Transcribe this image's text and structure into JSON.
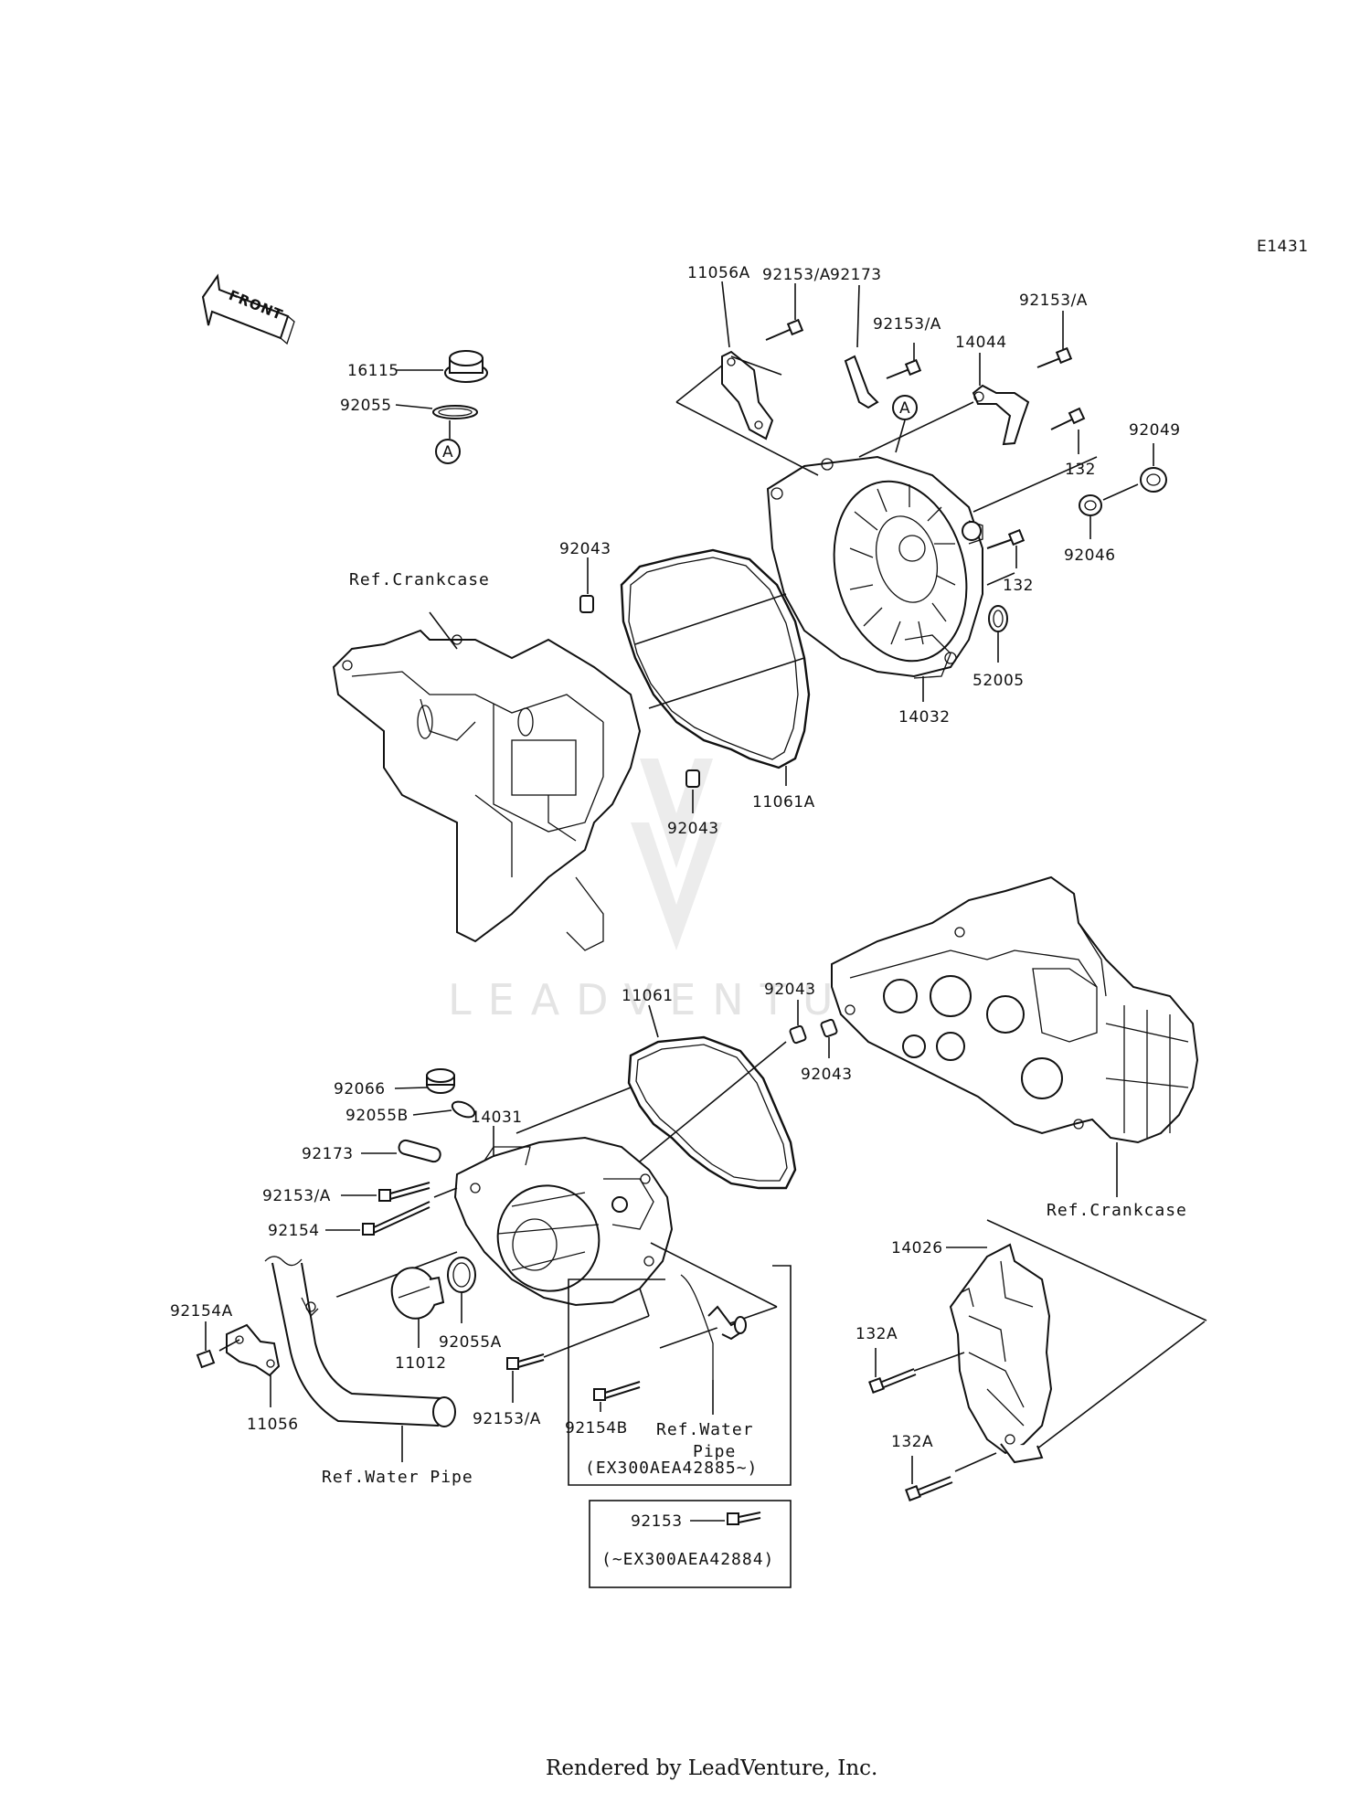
{
  "diagram_code": "E1431",
  "direction_label": "FRONT",
  "callout_marker": "A",
  "watermark": "LEADVENTURE",
  "footer": "Rendered by LeadVenture, Inc.",
  "labels": {
    "p92153A_1": "92153/A",
    "p11056A": "11056A",
    "p92173_top": "92173",
    "p92153A_2": "92153/A",
    "p92153A_3": "92153/A",
    "p14044": "14044",
    "p16115": "16115",
    "p92055": "92055",
    "p132_1": "132",
    "p92049": "92049",
    "p92046": "92046",
    "p132_2": "132",
    "p92043_1": "92043",
    "ref_crankcase_top": "Ref.Crankcase",
    "p52005": "52005",
    "p14032": "14032",
    "p11061A": "11061A",
    "p92043_2": "92043",
    "p11061": "11061",
    "p92043_3": "92043",
    "p92043_4": "92043",
    "p92066": "92066",
    "p14031": "14031",
    "p92055B": "92055B",
    "p92173_bot": "92173",
    "p92153A_4": "92153/A",
    "p92154": "92154",
    "ref_crankcase_bot": "Ref.Crankcase",
    "p14026": "14026",
    "p92154A": "92154A",
    "p11012": "11012",
    "p92055A": "92055A",
    "p132A_1": "132A",
    "p11056": "11056",
    "p92153A_5": "92153/A",
    "p92154B": "92154B",
    "ref_water_pipe_box_1": "Ref.Water",
    "ref_water_pipe_box_2": "Pipe",
    "serial_from": "(EX300AEA42885~)",
    "p132A_2": "132A",
    "ref_water_pipe": "Ref.Water Pipe",
    "p92153": "92153",
    "serial_to": "(~EX300AEA42884)"
  }
}
